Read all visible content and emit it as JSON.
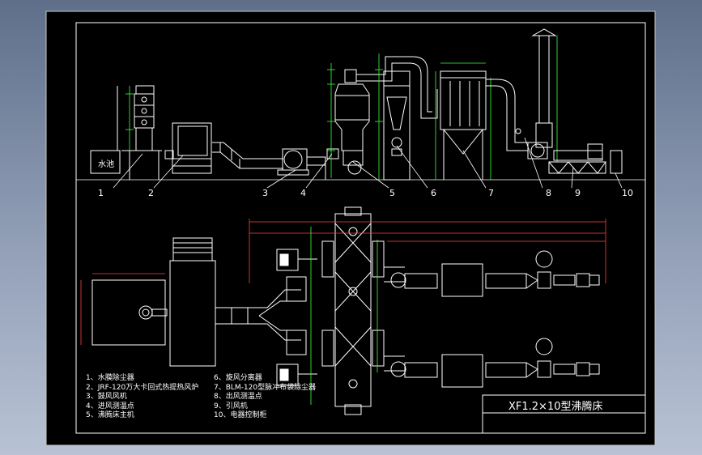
{
  "title_block": {
    "title": "XF1.2×10型沸腾床"
  },
  "callout_numbers": [
    "1",
    "2",
    "3",
    "4",
    "5",
    "6",
    "7",
    "8",
    "9",
    "10"
  ],
  "water_tank_label": "水池",
  "legend": {
    "col1": [
      "1、水膜除尘器",
      "2、JRF-120万大卡回式热提热风炉",
      "3、鼓风风机",
      "4、进风测温点",
      "5、沸腾床主机"
    ],
    "col2": [
      "6、旋风分离器",
      "7、BLM-120型脉冲布袋除尘器",
      "8、出风测温点",
      "9、引风机",
      "10、电器控制柜"
    ]
  },
  "colors": {
    "drawing_background": "#000000",
    "line_white": "#ffffff",
    "dimension_green": "#3cff3c",
    "dimension_red": "#ff4040",
    "desktop_blue": "#7b8aa5"
  }
}
